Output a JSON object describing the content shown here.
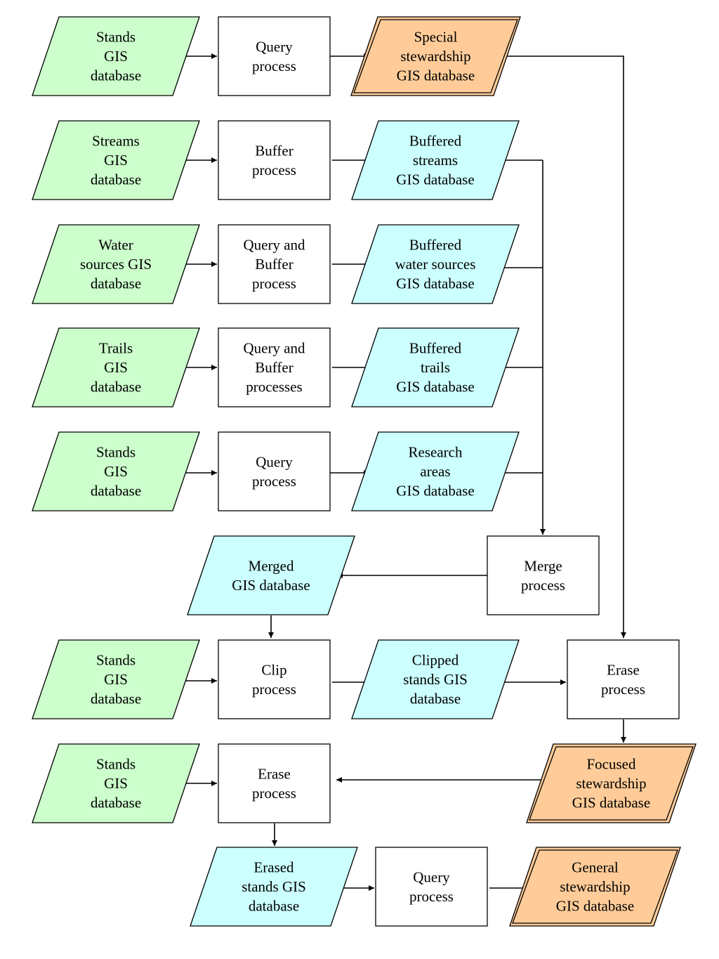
{
  "colors": {
    "input_db": "#ccffcc",
    "intermediate_db": "#ccffff",
    "output_db": "#ffcc99",
    "process": "#ffffff",
    "line": "#000000"
  },
  "nodes": {
    "stands_db_1": {
      "kind": "input_db",
      "lines": [
        "Stands",
        "GIS",
        "database"
      ]
    },
    "query_process_1": {
      "kind": "process",
      "lines": [
        "Query",
        "process"
      ]
    },
    "special_db": {
      "kind": "output_db",
      "lines": [
        "Special",
        "stewardship",
        "GIS database"
      ]
    },
    "streams_db": {
      "kind": "input_db",
      "lines": [
        "Streams",
        "GIS",
        "database"
      ]
    },
    "buffer_process": {
      "kind": "process",
      "lines": [
        "Buffer",
        "process"
      ]
    },
    "buffered_streams": {
      "kind": "intermediate_db",
      "lines": [
        "Buffered",
        "streams",
        "GIS database"
      ]
    },
    "water_db": {
      "kind": "input_db",
      "lines": [
        "Water",
        "sources GIS",
        "database"
      ]
    },
    "query_buffer_1": {
      "kind": "process",
      "lines": [
        "Query and",
        "Buffer",
        "process"
      ]
    },
    "buffered_water": {
      "kind": "intermediate_db",
      "lines": [
        "Buffered",
        "water sources",
        "GIS database"
      ]
    },
    "trails_db": {
      "kind": "input_db",
      "lines": [
        "Trails",
        "GIS",
        "database"
      ]
    },
    "query_buffer_2": {
      "kind": "process",
      "lines": [
        "Query and",
        "Buffer",
        "processes"
      ]
    },
    "buffered_trails": {
      "kind": "intermediate_db",
      "lines": [
        "Buffered",
        "trails",
        "GIS database"
      ]
    },
    "stands_db_2": {
      "kind": "input_db",
      "lines": [
        "Stands",
        "GIS",
        "database"
      ]
    },
    "query_process_2": {
      "kind": "process",
      "lines": [
        "Query",
        "process"
      ]
    },
    "research_db": {
      "kind": "intermediate_db",
      "lines": [
        "Research",
        "areas",
        "GIS database"
      ]
    },
    "merged_db": {
      "kind": "intermediate_db",
      "lines": [
        "Merged",
        "GIS database"
      ]
    },
    "merge_process": {
      "kind": "process",
      "lines": [
        "Merge",
        "process"
      ]
    },
    "stands_db_3": {
      "kind": "input_db",
      "lines": [
        "Stands",
        "GIS",
        "database"
      ]
    },
    "clip_process": {
      "kind": "process",
      "lines": [
        "Clip",
        "process"
      ]
    },
    "clipped_db": {
      "kind": "intermediate_db",
      "lines": [
        "Clipped",
        "stands GIS",
        "database"
      ]
    },
    "erase_process_1": {
      "kind": "process",
      "lines": [
        "Erase",
        "process"
      ]
    },
    "stands_db_4": {
      "kind": "input_db",
      "lines": [
        "Stands",
        "GIS",
        "database"
      ]
    },
    "erase_process_2": {
      "kind": "process",
      "lines": [
        "Erase",
        "process"
      ]
    },
    "focused_db": {
      "kind": "output_db",
      "lines": [
        "Focused",
        "stewardship",
        "GIS database"
      ]
    },
    "erased_db": {
      "kind": "intermediate_db",
      "lines": [
        "Erased",
        "stands GIS",
        "database"
      ]
    },
    "query_process_3": {
      "kind": "process",
      "lines": [
        "Query",
        "process"
      ]
    },
    "general_db": {
      "kind": "output_db",
      "lines": [
        "General",
        "stewardship",
        "GIS database"
      ]
    }
  },
  "edges": [
    [
      "stands_db_1",
      "query_process_1"
    ],
    [
      "query_process_1",
      "special_db"
    ],
    [
      "special_db",
      "erase_process_1"
    ],
    [
      "streams_db",
      "buffer_process"
    ],
    [
      "buffer_process",
      "buffered_streams"
    ],
    [
      "buffered_streams",
      "merge_process"
    ],
    [
      "water_db",
      "query_buffer_1"
    ],
    [
      "query_buffer_1",
      "buffered_water"
    ],
    [
      "buffered_water",
      "merge_process"
    ],
    [
      "trails_db",
      "query_buffer_2"
    ],
    [
      "query_buffer_2",
      "buffered_trails"
    ],
    [
      "buffered_trails",
      "merge_process"
    ],
    [
      "stands_db_2",
      "query_process_2"
    ],
    [
      "query_process_2",
      "research_db"
    ],
    [
      "research_db",
      "merge_process"
    ],
    [
      "merge_process",
      "merged_db"
    ],
    [
      "merged_db",
      "clip_process"
    ],
    [
      "stands_db_3",
      "clip_process"
    ],
    [
      "clip_process",
      "clipped_db"
    ],
    [
      "clipped_db",
      "erase_process_1"
    ],
    [
      "erase_process_1",
      "focused_db"
    ],
    [
      "focused_db",
      "erase_process_2"
    ],
    [
      "stands_db_4",
      "erase_process_2"
    ],
    [
      "erase_process_2",
      "erased_db"
    ],
    [
      "erased_db",
      "query_process_3"
    ],
    [
      "query_process_3",
      "general_db"
    ]
  ]
}
